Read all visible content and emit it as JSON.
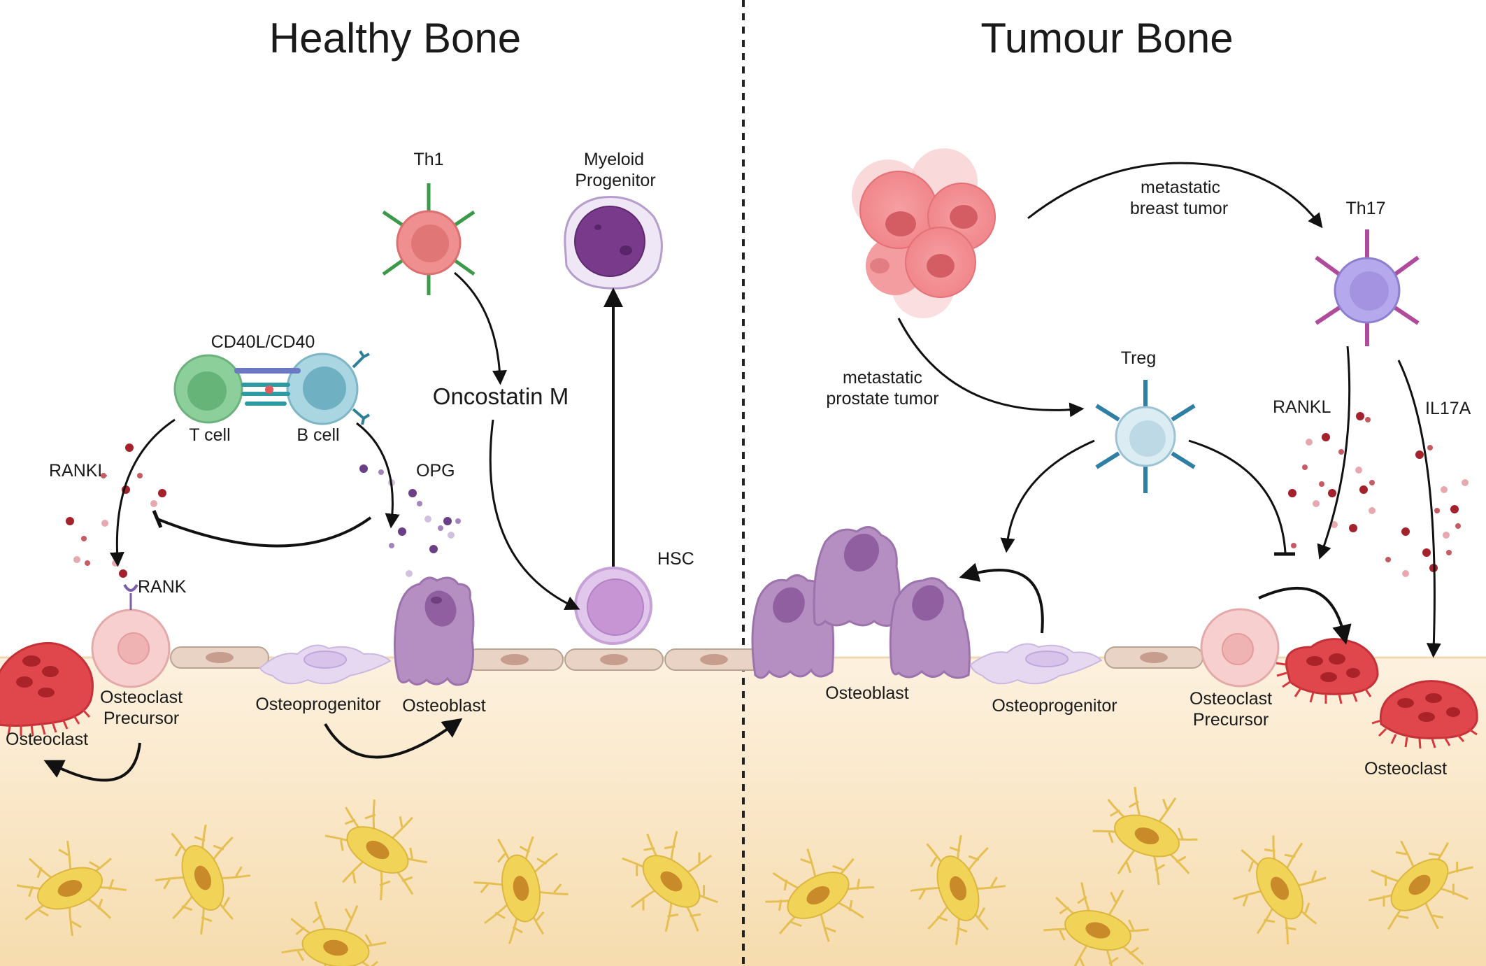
{
  "titles": {
    "healthy": "Healthy Bone",
    "tumour": "Tumour Bone"
  },
  "healthy": {
    "th1": "Th1",
    "myeloid": [
      "Myeloid",
      "Progenitor"
    ],
    "cd40": "CD40L/CD40",
    "tcell": "T cell",
    "bcell": "B cell",
    "oncostatin": "Oncostatin M",
    "rankl": "RANKL",
    "opg": "OPG",
    "rank": "RANK",
    "hsc": "HSC",
    "osteoclast_precursor": [
      "Osteoclast",
      "Precursor"
    ],
    "osteoclast": "Osteoclast",
    "osteoprogenitor": "Osteoprogenitor",
    "osteoblast": "Osteoblast"
  },
  "tumour": {
    "breast": [
      "metastatic",
      "breast tumor"
    ],
    "prostate": [
      "metastatic",
      "prostate tumor"
    ],
    "th17": "Th17",
    "treg": "Treg",
    "rankl": "RANKL",
    "il17a": "IL17A",
    "osteoblast": "Osteoblast",
    "osteoprogenitor": "Osteoprogenitor",
    "osteoclast_precursor": [
      "Osteoclast",
      "Precursor"
    ],
    "osteoclast": "Osteoclast"
  },
  "colors": {
    "bone_top": "#fdf0dd",
    "bone_bottom": "#f7dfb3",
    "osteocyte": "#f1d457",
    "osteoclast": "#e0474c",
    "osteoblast": "#b58fc2",
    "tcell": "#8ccf9b",
    "bcell": "#8cc9d6",
    "th1": "#f08f8f",
    "th17": "#b6a8ec",
    "treg": "#cfe6ef",
    "myeloid": "#7a3a8c",
    "hsc": "#e2c7ec"
  }
}
